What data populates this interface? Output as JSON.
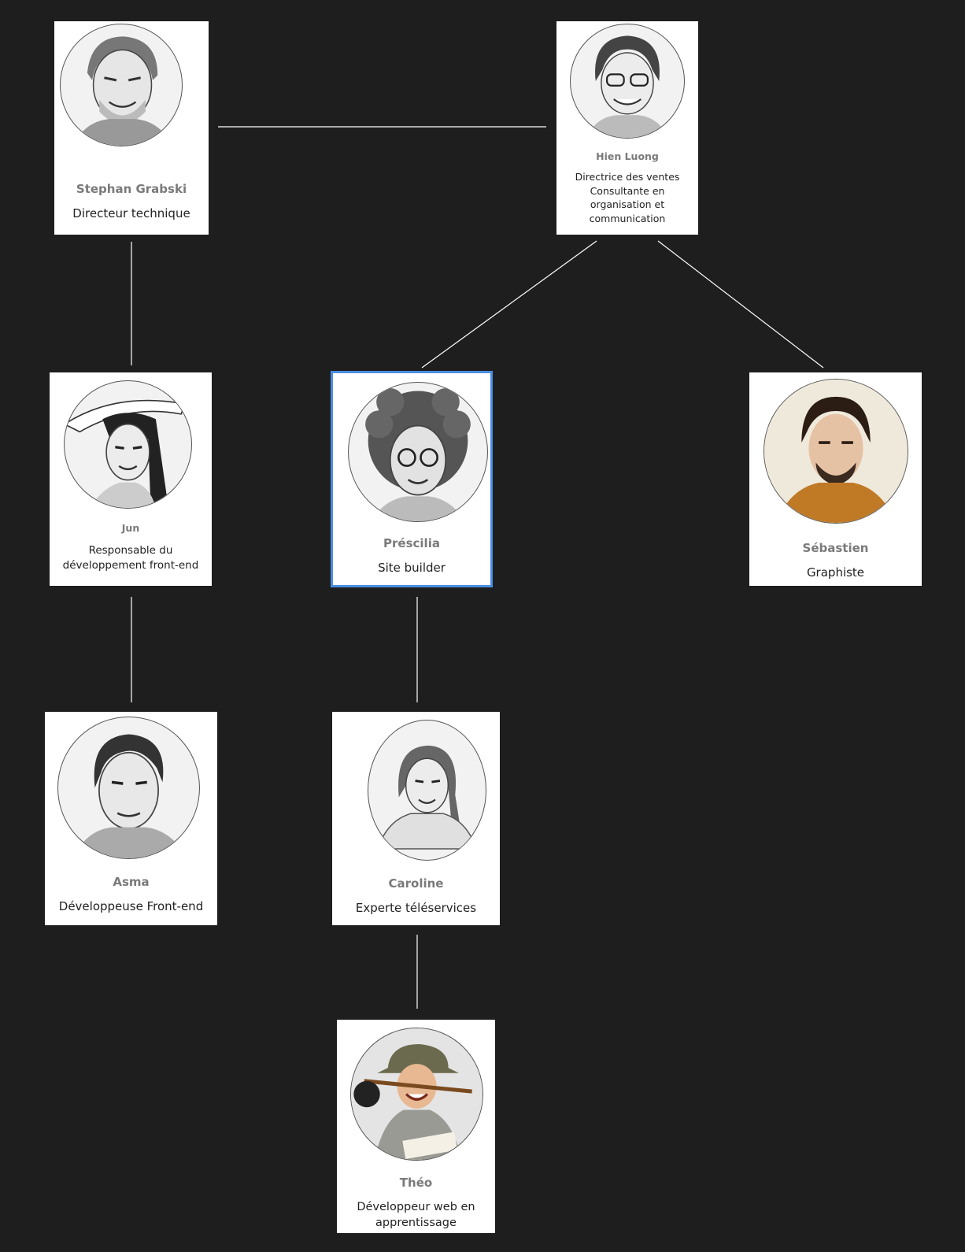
{
  "org_chart": {
    "people": [
      {
        "id": "stephan",
        "name": "Stephan Grabski",
        "role": "Directeur technique"
      },
      {
        "id": "hien",
        "name": "Hien Luong",
        "role_lines": [
          "Directrice des ventes",
          "Consultante en",
          "organisation et",
          "communication"
        ]
      },
      {
        "id": "jun",
        "name": "Jun",
        "role_lines": [
          "Responsable du",
          "développement front-end"
        ]
      },
      {
        "id": "prescilia",
        "name": "Préscilia",
        "role": "Site builder",
        "selected": true
      },
      {
        "id": "sebastien",
        "name": "Sébastien",
        "role": "Graphiste"
      },
      {
        "id": "asma",
        "name": "Asma",
        "role": "Développeuse Front-end"
      },
      {
        "id": "caroline",
        "name": "Caroline",
        "role": "Experte téléservices"
      },
      {
        "id": "theo",
        "name": "Théo",
        "role_lines": [
          "Développeur web en",
          "apprentissage"
        ]
      }
    ],
    "links": [
      [
        "stephan",
        "hien"
      ],
      [
        "stephan",
        "jun"
      ],
      [
        "hien",
        "prescilia"
      ],
      [
        "hien",
        "sebastien"
      ],
      [
        "jun",
        "asma"
      ],
      [
        "prescilia",
        "caroline"
      ],
      [
        "caroline",
        "theo"
      ]
    ],
    "colors": {
      "background": "#1e1e1e",
      "card": "#ffffff",
      "connector": "#ffffff",
      "selected_border": "#4a8de0",
      "name_text": "#7a7a7a",
      "role_text": "#222222"
    }
  }
}
